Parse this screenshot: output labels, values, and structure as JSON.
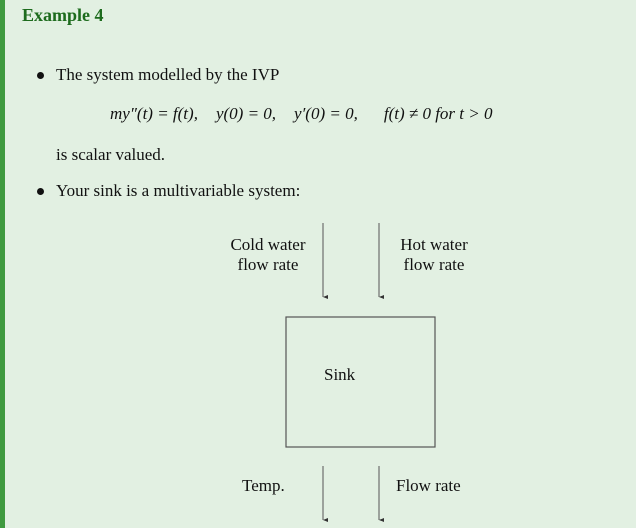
{
  "title": "Example 4",
  "bullets": [
    {
      "text": "The system modelled by the IVP"
    },
    {
      "text": "Your sink is a multivariable system:"
    }
  ],
  "equation": {
    "part1": "my″(t) = f(t),",
    "part2": "y(0) = 0,",
    "part3": "y′(0) = 0,",
    "part4": "f(t) ≠ 0 for t > 0"
  },
  "continuation": "is scalar valued.",
  "diagram": {
    "input1": [
      "Cold water",
      "flow rate"
    ],
    "input2": [
      "Hot water",
      "flow rate"
    ],
    "box_label": "Sink",
    "output1": "Temp.",
    "output2": "Flow rate"
  },
  "colors": {
    "accent": "#3f9a3f",
    "title": "#1d6b1d",
    "background": "#e2f0e2"
  }
}
